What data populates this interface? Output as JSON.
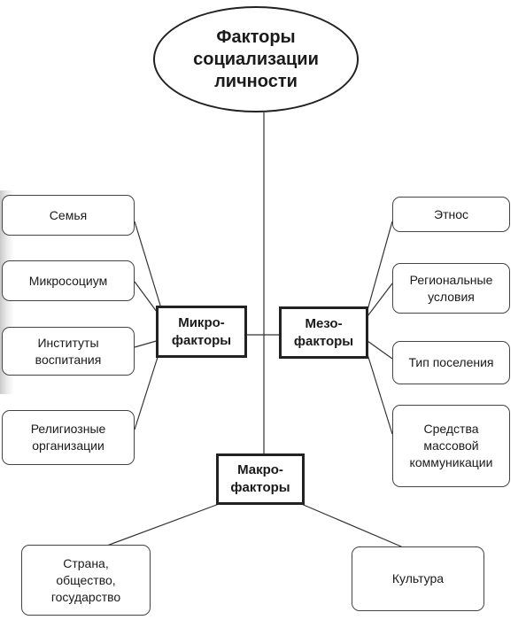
{
  "root": {
    "label": "Факторы\nсоциализации\nличности"
  },
  "categories": {
    "micro": "Микро-\nфакторы",
    "meso": "Мезо-\nфакторы",
    "macro": "Макро-\nфакторы"
  },
  "micro_items": [
    "Семья",
    "Микросоциум",
    "Институты\nвоспитания",
    "Религиозные\nорганизации"
  ],
  "meso_items": [
    "Этнос",
    "Региональные\nусловия",
    "Тип поселения",
    "Средства\nмассовой\nкоммуникации"
  ],
  "macro_items": [
    "Страна,\nобщество,\nгосударство",
    "Культура"
  ]
}
